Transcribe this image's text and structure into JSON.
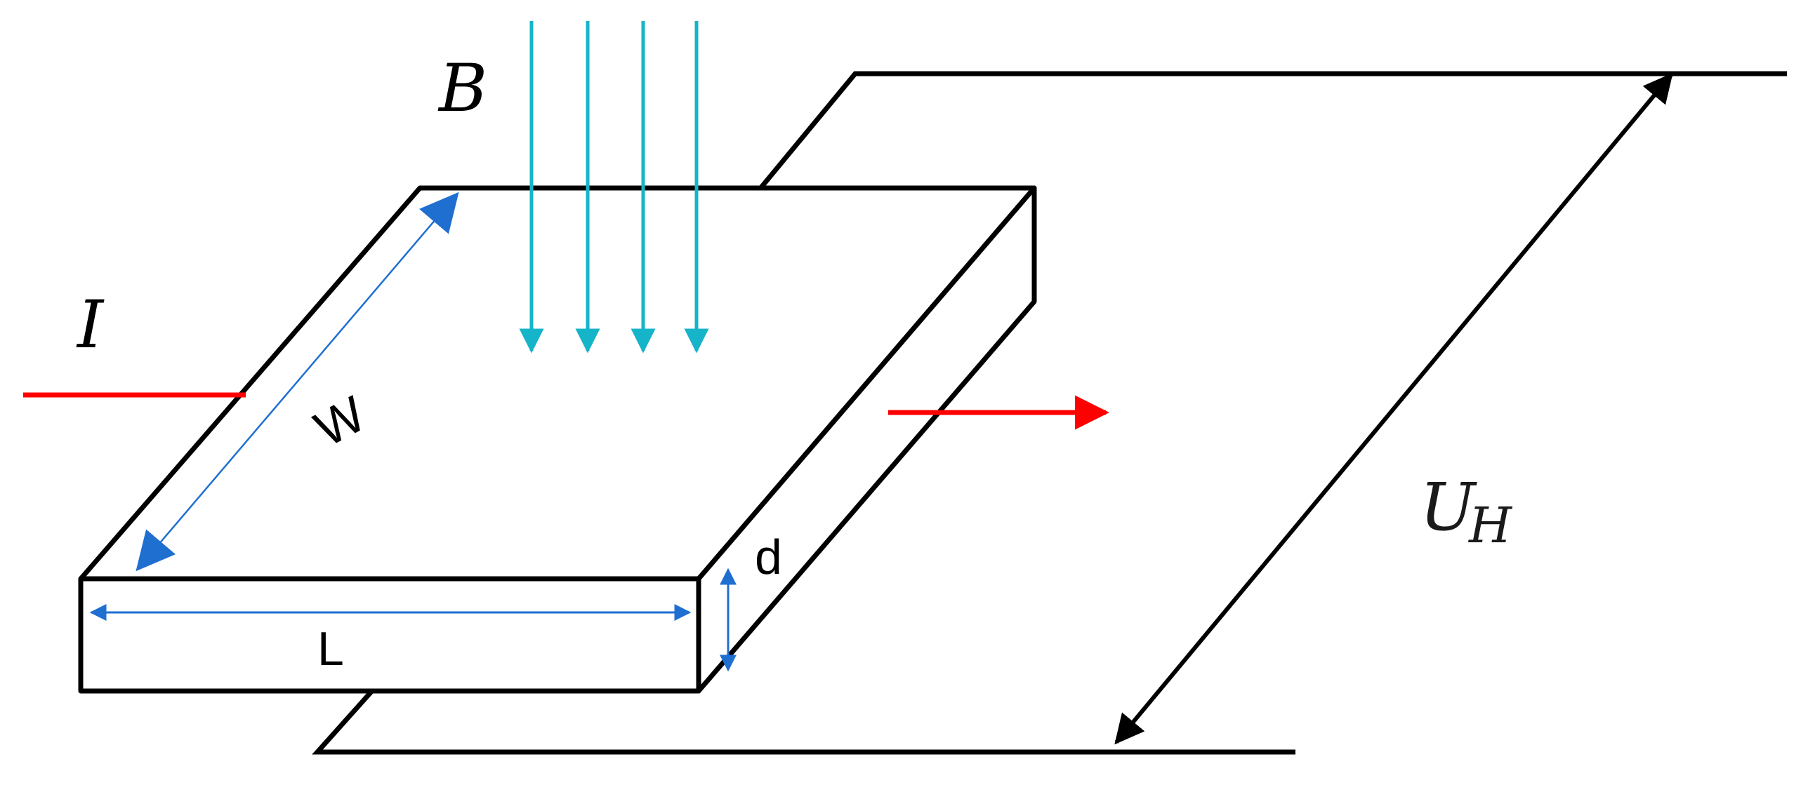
{
  "labels": {
    "b": "B",
    "i": "I",
    "w": "W",
    "d": "d",
    "l": "L",
    "uh_main": "U",
    "uh_sub": "H"
  },
  "colors": {
    "outline": "#000000",
    "magnetic_field": "#16b4c8",
    "current": "#ff0000",
    "dimension": "#1f6fd1",
    "hall_voltage": "#000000"
  },
  "icons": {
    "field_arrow": "arrow-down",
    "current_arrow": "arrow-right",
    "dimension_arrow": "double-arrow"
  }
}
